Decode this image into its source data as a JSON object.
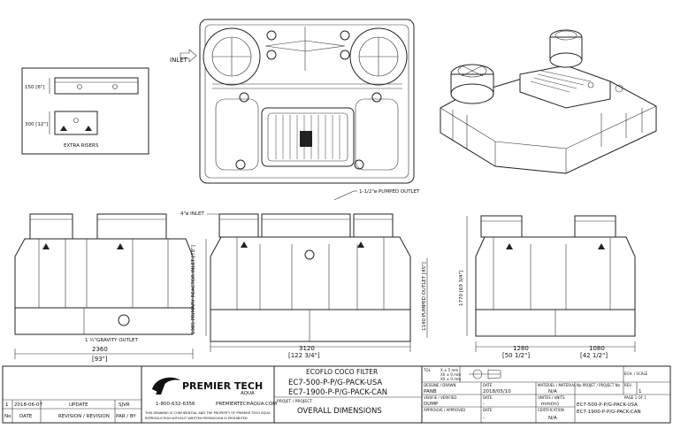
{
  "labels": {
    "inlet": "INLET",
    "riser_150": "150 [6\"]",
    "riser_300": "300 [12\"]",
    "extra_risers": "EXTRA RISERS",
    "inlet_4in": "4\"ø INLET",
    "pumped_outlet": "1-1/2\"ø PUMPED OUTLET",
    "gravity_outlet": "1 ½\"GRAVITY OUTLET",
    "dim_2360": "2360",
    "dim_93": "[93\"]",
    "reactor_inlet": "1985 PRIMARY REACTOR INLET [78\"]",
    "dim_3120": "3120",
    "dim_122": "[122 3/4\"]",
    "pumped_outlet_dim": "1140 PUMPED OUTLET [45\"]",
    "height_1770": "1770 [69 3/4\"]",
    "dim_1280": "1280",
    "dim_50": "[50 1/2\"]",
    "dim_1080": "1080",
    "dim_42": "[42 1/2\"]"
  },
  "title_block": {
    "revision": {
      "number": "1",
      "date": "2018-06-07",
      "description": "UPDATE",
      "by": "SJVR"
    },
    "headers": {
      "no": "No",
      "date": "DATE",
      "revision": "REVISION / REVISION",
      "by": "PAR / BY"
    },
    "company": "PREMIER TECH",
    "company_sub": "AQUA",
    "phone": "1-800-632-6356",
    "email": "PREMIERTECHAQUA.COM",
    "legal_1": "THIS DRAWING IS CONFIDENTIAL AND THE PROPERTY OF PREMIER TECH AQUA",
    "legal_2": "REPRODUCTION WITHOUT WRITTEN PERMISSION IS PROHIBITED",
    "product_name": "ECOFLO COCO FILTER",
    "model_usa": "EC7-500-P-P/G-PACK-USA",
    "model_can": "EC7-1900-P-P/G-PACK-CAN",
    "project_label": "PROJET / PROJECT",
    "project_value": "OVERALL DIMENSIONS",
    "tolerance": {
      "label": "TOL",
      "l1": "X  ± 5 mm",
      "l2": "XX ± 0 mm",
      "l3": "XX ± 0 mm"
    },
    "drawn": {
      "label": "DESSINE / DRAWN",
      "value": "PANB"
    },
    "date": {
      "label": "DATE",
      "value": "2018/05/10"
    },
    "checked": {
      "label": "VERIFIE / VERIFIED",
      "value": "DUMP"
    },
    "date2": {
      "label": "DATE",
      "value": "-"
    },
    "approved": {
      "label": "APPROUVE / APPROVED"
    },
    "date3": {
      "label": "DATE",
      "value": "-"
    },
    "material": {
      "label": "MATERIEL / MATERIAL",
      "value": "N/A"
    },
    "units": {
      "label": "UNITES / UNITS",
      "value": "mm(in)"
    },
    "certification": {
      "label": "CERTIFICATION",
      "value": "N/A"
    },
    "scale_label": "ECH. / SCALE",
    "project_no_label": "No PROJET / PROJECT No",
    "rev_label": "REV.",
    "rev_value": "1",
    "page_label": "PAGE 1 OF 1",
    "drawing_no_usa": "EC7-500-P-P/G-PACK-USA",
    "drawing_no_can": "EC7-1900-P-P/G-PACK-CAN"
  }
}
